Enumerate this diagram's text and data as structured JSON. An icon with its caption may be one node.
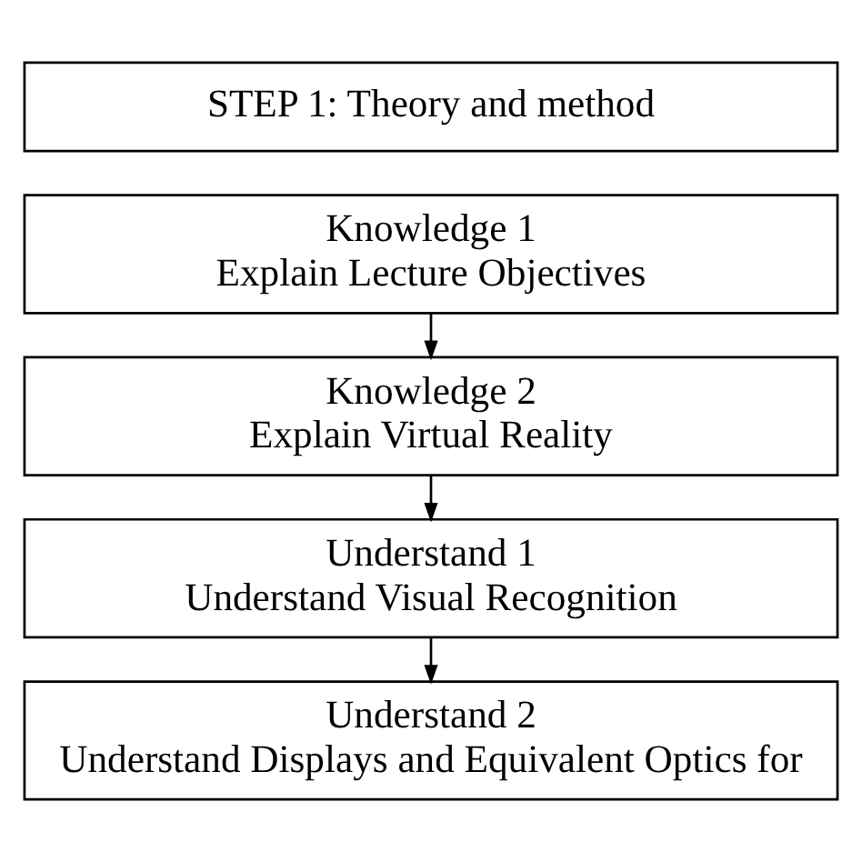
{
  "diagram": {
    "nodes": [
      {
        "text": [
          "STEP 1: Theory and method"
        ]
      },
      {
        "text": [
          "Knowledge 1",
          "Explain Lecture Objectives"
        ]
      },
      {
        "text": [
          "Knowledge 2",
          "Explain Virtual Reality"
        ]
      },
      {
        "text": [
          "Understand 1",
          "Understand Visual Recognition"
        ]
      },
      {
        "text": [
          "Understand 2",
          "Understand Displays and Equivalent Optics for"
        ]
      }
    ],
    "edges": [
      {
        "from": 1,
        "to": 2,
        "arrow": "to"
      },
      {
        "from": 2,
        "to": 3,
        "arrow": "to"
      },
      {
        "from": 3,
        "to": 4,
        "arrow": "to"
      }
    ]
  }
}
